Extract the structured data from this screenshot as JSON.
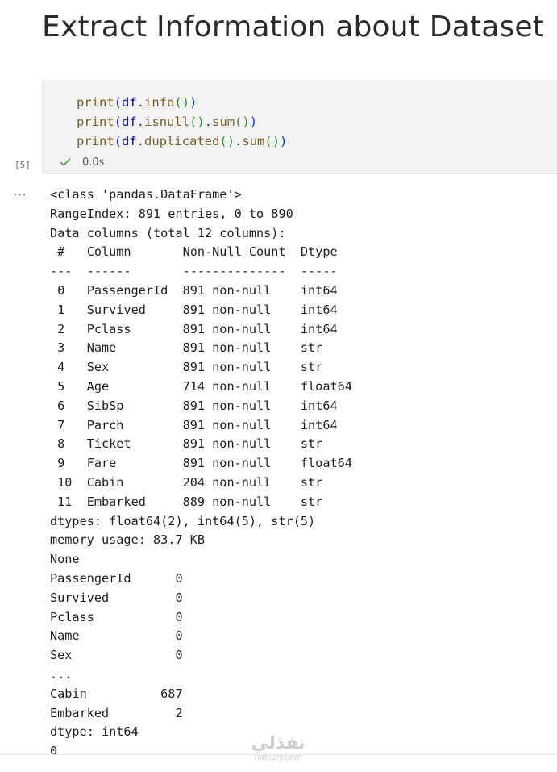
{
  "markdown": {
    "heading": "Extract Information about Dataset"
  },
  "code_cell": {
    "execution_count": "[5]",
    "status_icon": "check-icon",
    "exec_time": "0.0s",
    "lines": [
      [
        {
          "t": "print",
          "c": "fn"
        },
        {
          "t": "(",
          "c": "paren1"
        },
        {
          "t": "df",
          "c": "var"
        },
        {
          "t": ".",
          "c": "dot"
        },
        {
          "t": "info",
          "c": "fn"
        },
        {
          "t": "()",
          "c": "paren2"
        },
        {
          "t": ")",
          "c": "paren1"
        }
      ],
      [
        {
          "t": "print",
          "c": "fn"
        },
        {
          "t": "(",
          "c": "paren1"
        },
        {
          "t": "df",
          "c": "var"
        },
        {
          "t": ".",
          "c": "dot"
        },
        {
          "t": "isnull",
          "c": "fn"
        },
        {
          "t": "()",
          "c": "paren2"
        },
        {
          "t": ".",
          "c": "dot"
        },
        {
          "t": "sum",
          "c": "fn"
        },
        {
          "t": "()",
          "c": "paren2"
        },
        {
          "t": ")",
          "c": "paren1"
        }
      ],
      [
        {
          "t": "print",
          "c": "fn"
        },
        {
          "t": "(",
          "c": "paren1"
        },
        {
          "t": "df",
          "c": "var"
        },
        {
          "t": ".",
          "c": "dot"
        },
        {
          "t": "duplicated",
          "c": "fn"
        },
        {
          "t": "()",
          "c": "paren2"
        },
        {
          "t": ".",
          "c": "dot"
        },
        {
          "t": "sum",
          "c": "fn"
        },
        {
          "t": "()",
          "c": "paren2"
        },
        {
          "t": ")",
          "c": "paren1"
        }
      ]
    ]
  },
  "output": {
    "menu_label": "...",
    "lines": [
      "<class 'pandas.DataFrame'>",
      "RangeIndex: 891 entries, 0 to 890",
      "Data columns (total 12 columns):",
      " #   Column       Non-Null Count  Dtype",
      "---  ------       --------------  -----",
      " 0   PassengerId  891 non-null    int64",
      " 1   Survived     891 non-null    int64",
      " 2   Pclass       891 non-null    int64",
      " 3   Name         891 non-null    str",
      " 4   Sex          891 non-null    str",
      " 5   Age          714 non-null    float64",
      " 6   SibSp        891 non-null    int64",
      " 7   Parch        891 non-null    int64",
      " 8   Ticket       891 non-null    str",
      " 9   Fare         891 non-null    float64",
      " 10  Cabin        204 non-null    str",
      " 11  Embarked     889 non-null    str",
      "dtypes: float64(2), int64(5), str(5)",
      "memory usage: 83.7 KB",
      "None",
      "PassengerId      0",
      "Survived         0",
      "Pclass           0",
      "Name             0",
      "Sex              0",
      "...",
      "Cabin          687",
      "Embarked         2",
      "dtype: int64",
      "0"
    ]
  },
  "watermark": {
    "main": "نفذلي",
    "sub": "nafezly.com"
  },
  "colors": {
    "function": "#795e26",
    "variable": "#001080",
    "paren_level1": "#0431fa",
    "paren_level2": "#319331",
    "success_check": "#388a34",
    "cell_background": "#f3f3f3"
  }
}
